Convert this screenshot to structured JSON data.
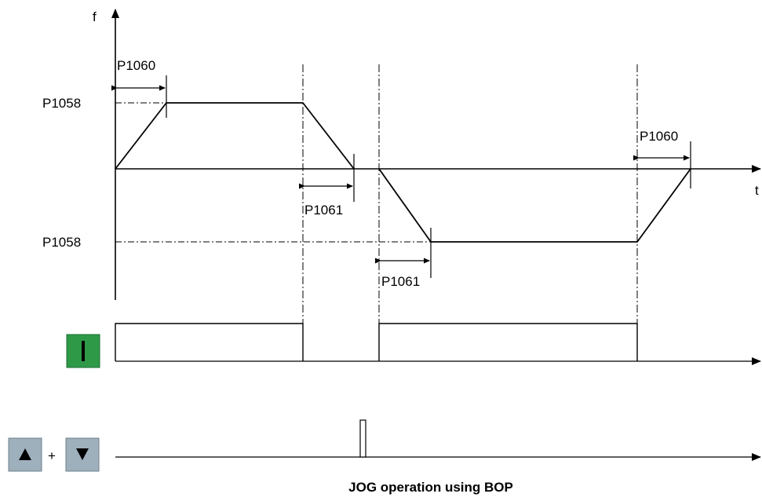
{
  "diagram": {
    "caption": "JOG operation using BOP",
    "axis_f_label": "f",
    "axis_t_label": "t",
    "level_labels": {
      "positive": "P1058",
      "negative": "P1058"
    },
    "interval_labels": {
      "ramp_up_1": "P1060",
      "ramp_down_1": "P1061",
      "ramp_down_2": "P1061",
      "ramp_up_2": "P1060"
    },
    "keys": {
      "on_key": {
        "glyph": "|",
        "color": "#2e9a48",
        "icon": "on-key-icon"
      },
      "up_key": {
        "glyph": "▲",
        "color": "#9fb0bd",
        "icon": "up-arrow-icon"
      },
      "plus": "+",
      "down_key": {
        "glyph": "▼",
        "color": "#9fb0bd",
        "icon": "down-arrow-icon"
      }
    }
  }
}
